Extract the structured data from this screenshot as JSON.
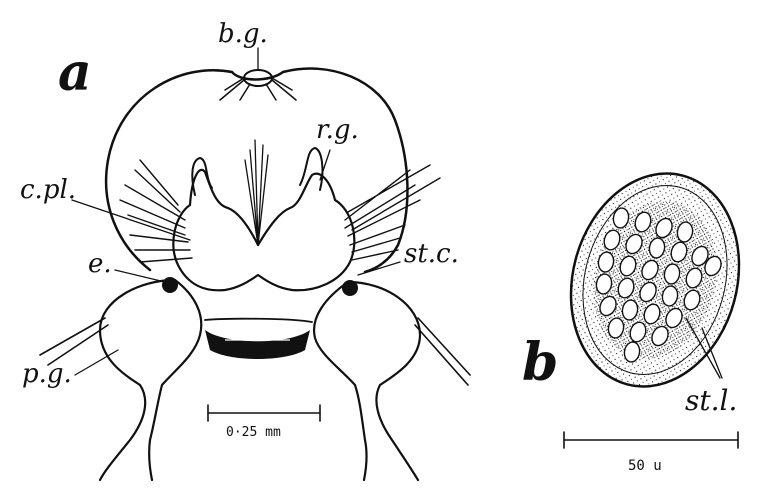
{
  "figure": {
    "panel_a": "a",
    "panel_b": "b",
    "labels": {
      "bg": "b.g.",
      "rg": "r.g.",
      "cpl": "c.pl.",
      "e": "e.",
      "stc": "st.c.",
      "pg": "p.g.",
      "stl": "st.l."
    },
    "scale_a": "0·25 mm",
    "scale_b": "50 u"
  },
  "colors": {
    "ink": "#111111",
    "paper": "#ffffff"
  }
}
